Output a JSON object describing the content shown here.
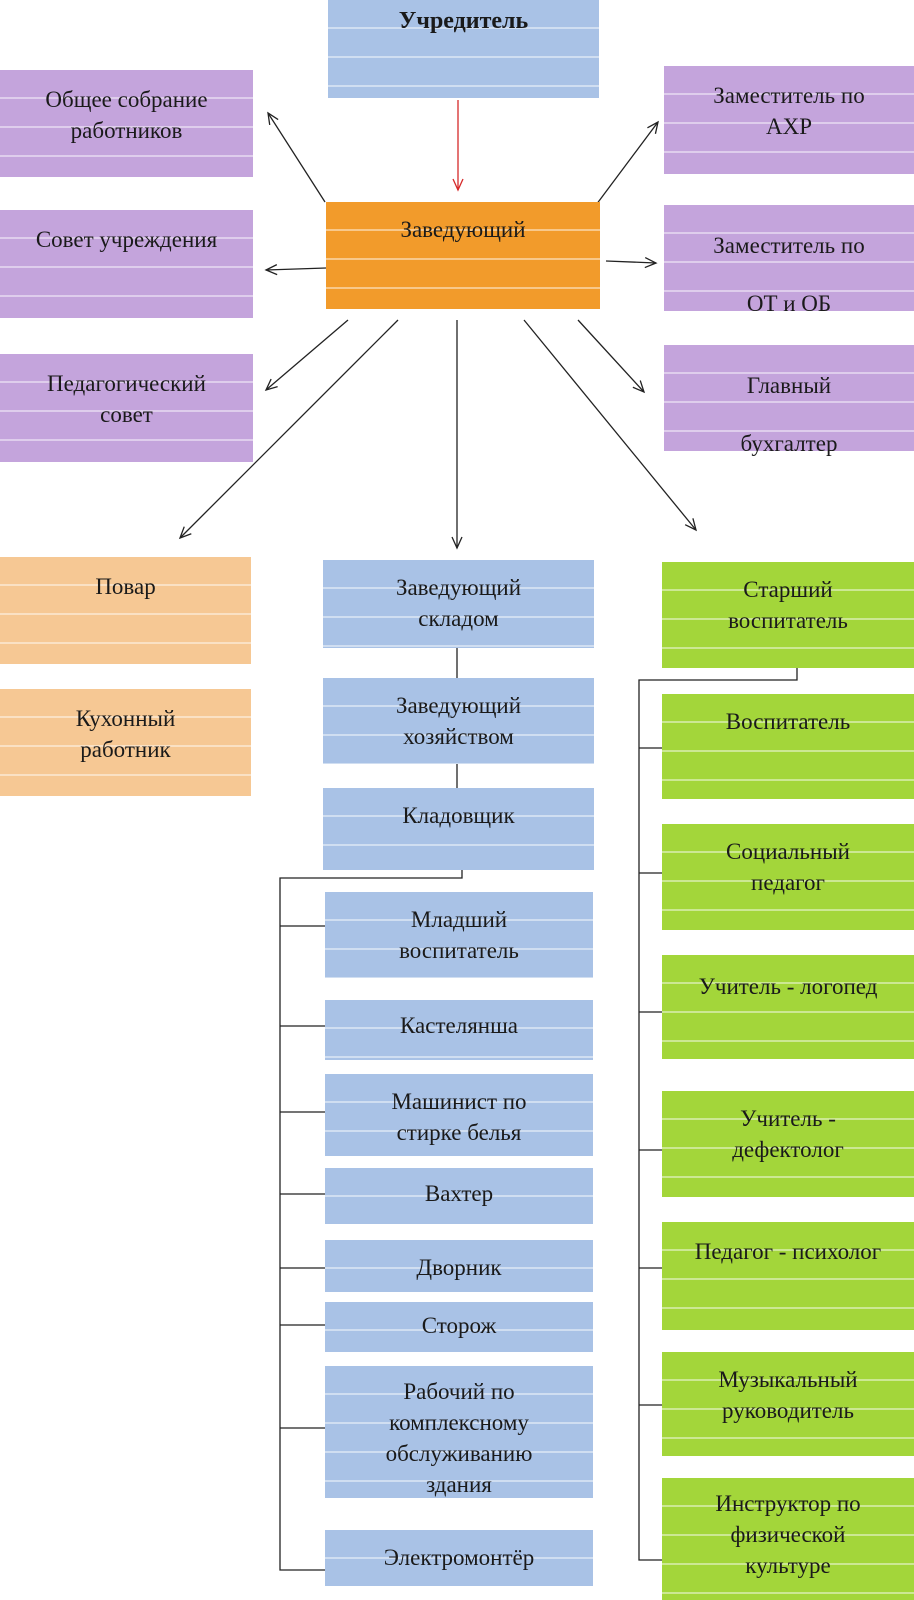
{
  "colors": {
    "violet": "#c4a4dc",
    "blue": "#a9c2e6",
    "orange": "#f29b2b",
    "peach": "#f6c894",
    "green": "#a3d63a",
    "red_arrow": "#d62a2a"
  },
  "top": {
    "founder": "Учредитель",
    "head": "Заведующий"
  },
  "left_councils": {
    "general_meeting": "Общее собрание\nработников",
    "institution_council": "Совет учреждения",
    "pedagogical_council": "Педагогический\nсовет"
  },
  "right_deputies": {
    "deputy_ahr": "Заместитель по\nАХР",
    "deputy_ot_ob": "Заместитель по\nОТ и ОБ",
    "chief_accountant": "Главный\nбухгалтер"
  },
  "kitchen": {
    "cook": "Повар",
    "kitchen_worker": "Кухонный\nработник"
  },
  "service": {
    "warehouse_head": "Заведующий\nскладом",
    "household_head": "Заведующий\nхозяйством",
    "storekeeper": "Кладовщик",
    "items": [
      "Младший\nвоспитатель",
      "Кастелянша",
      "Машинист по\nстирке белья",
      "Вахтер",
      "Дворник",
      "Сторож",
      "Рабочий по\nкомплексному\nобслуживанию\nздания",
      "Электромонтёр"
    ]
  },
  "pedagogy": {
    "senior_educator": "Старший\nвоспитатель",
    "items": [
      "Воспитатель",
      "Социальный\nпедагог",
      "Учитель - логопед",
      "Учитель -\nдефектолог",
      "Педагог - психолог",
      "Музыкальный\nруководитель",
      "Инструктор по\nфизической\nкультуре"
    ]
  }
}
